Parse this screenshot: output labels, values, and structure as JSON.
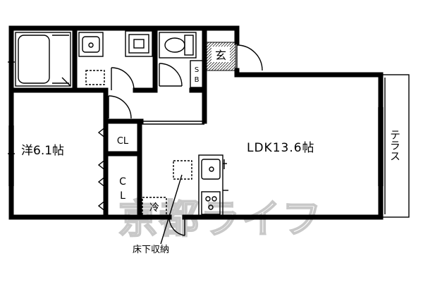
{
  "rooms": {
    "western_room": "洋6.1帖",
    "ldk": "LDK13.6帖",
    "terrace": "テラス",
    "closet_1": "CL",
    "closet_2": "CL",
    "entrance": "玄",
    "shoe_box": "SB",
    "fridge": "冷"
  },
  "annotations": {
    "underfloor_storage": "床下収納"
  },
  "watermark": "京都ライフ"
}
